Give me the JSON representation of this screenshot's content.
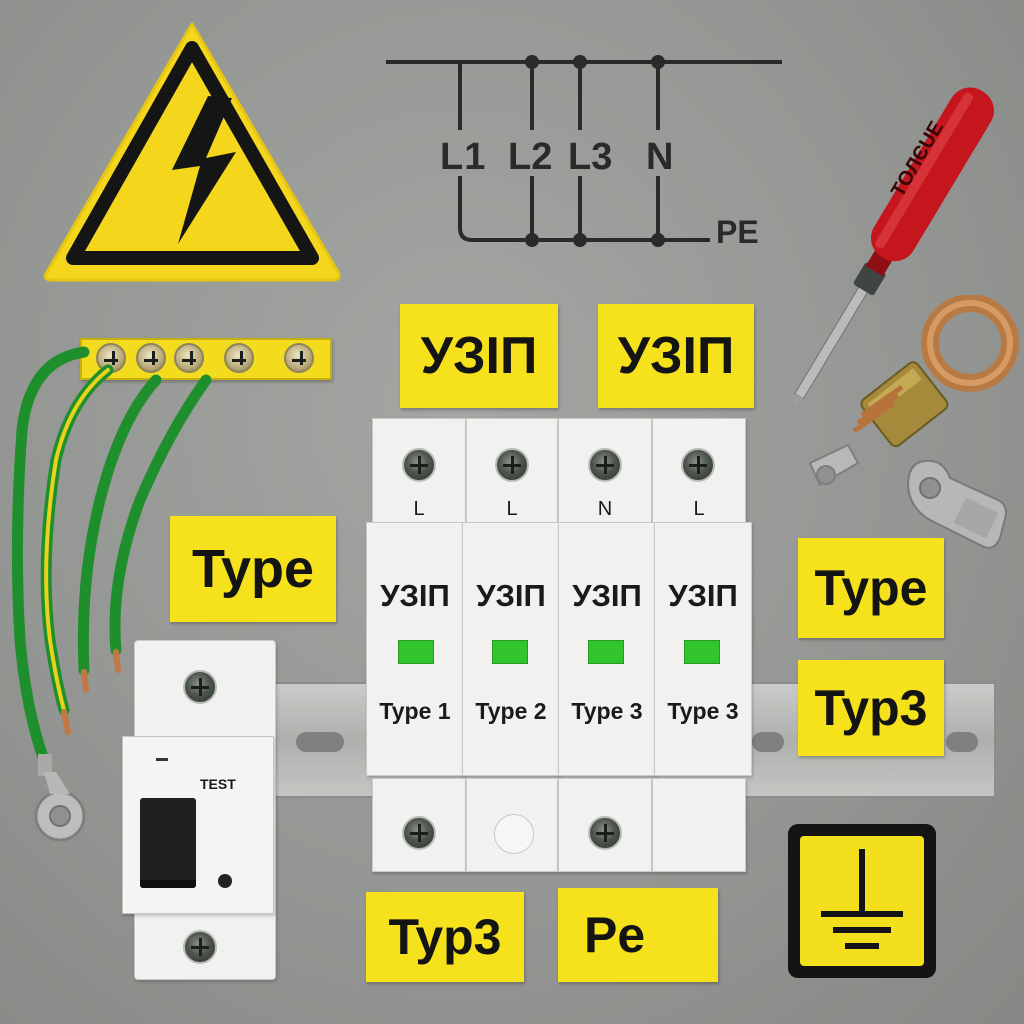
{
  "diagram": {
    "phase_labels": [
      "L1",
      "L2",
      "L3",
      "N"
    ],
    "pe_label": "PE"
  },
  "labels": {
    "uzip_top_left": "УЗІП",
    "uzip_top_right": "УЗІП",
    "type_left": "Type",
    "type_right": "Type",
    "typ3_right": "Typ3",
    "typ3_bottom": "Typ3",
    "pe_bottom": "Pe"
  },
  "modules": [
    {
      "top_mark": "L",
      "name": "УЗІП",
      "type": "Type 1"
    },
    {
      "top_mark": "L",
      "name": "УЗІП",
      "type": "Type 2"
    },
    {
      "top_mark": "N",
      "name": "УЗІП",
      "type": "Type 3"
    },
    {
      "top_mark": "L",
      "name": "УЗІП",
      "type": "Type 3"
    }
  ],
  "breaker": {
    "test_label": "TEST"
  },
  "screwdriver": {
    "brand": "TOЛЄUE"
  },
  "icons": [
    "high-voltage-warning-icon",
    "ground-symbol-icon"
  ],
  "colors": {
    "label_yellow": "#f5e21c",
    "led_green": "#33c52d",
    "wire_green": "#1f8f2d",
    "screwdriver_red": "#c4161c"
  }
}
